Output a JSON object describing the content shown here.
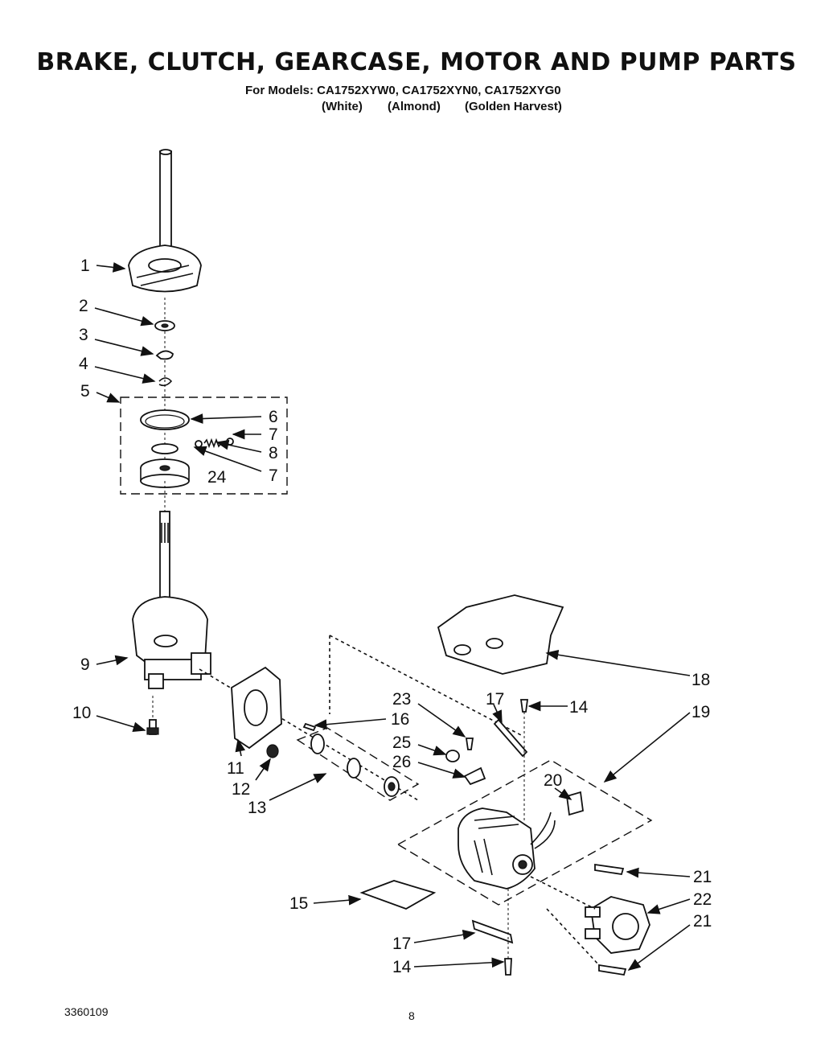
{
  "header": {
    "title": "BRAKE, CLUTCH, GEARCASE, MOTOR AND PUMP PARTS",
    "models_line": "For Models: CA1752XYW0, CA1752XYN0, CA1752XYG0",
    "colors": [
      "(White)",
      "(Almond)",
      "(Golden Harvest)"
    ]
  },
  "callouts": [
    "1",
    "2",
    "3",
    "4",
    "5",
    "6",
    "7",
    "8",
    "7",
    "24",
    "9",
    "10",
    "11",
    "12",
    "13",
    "16",
    "23",
    "25",
    "26",
    "17",
    "14",
    "18",
    "19",
    "20",
    "21",
    "22",
    "21",
    "15",
    "17",
    "14"
  ],
  "footer": {
    "doc_number": "3360109",
    "page_number": "8"
  }
}
